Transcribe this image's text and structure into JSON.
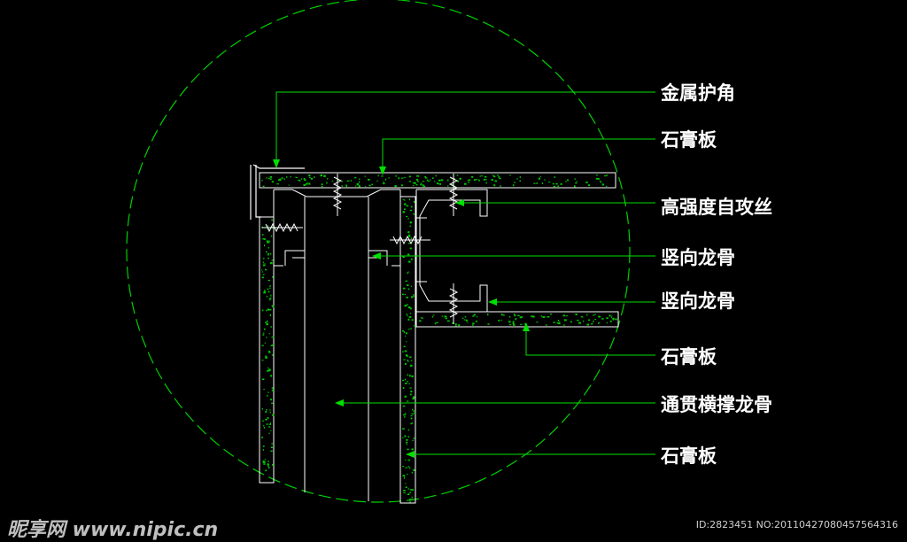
{
  "colors": {
    "background": "#000000",
    "linework": "#ffffff",
    "detail_circle": "#00d000",
    "leader": "#00e000",
    "hatch": "#00c800",
    "label": "#ffffff"
  },
  "labels": {
    "metal_corner_guard": "金属护角",
    "gypsum_board_top": "石膏板",
    "self_tapping_screw": "高强度自攻丝",
    "vertical_stud_1": "竖向龙骨",
    "vertical_stud_2": "竖向龙骨",
    "gypsum_board_right": "石膏板",
    "through_cross_brace": "通贯横撑龙骨",
    "gypsum_board_left": "石膏板"
  },
  "watermark": {
    "logo_text": "昵享网 www.nipic.cn",
    "id_text": "ID:2823451 NO:20110427080457564316"
  }
}
